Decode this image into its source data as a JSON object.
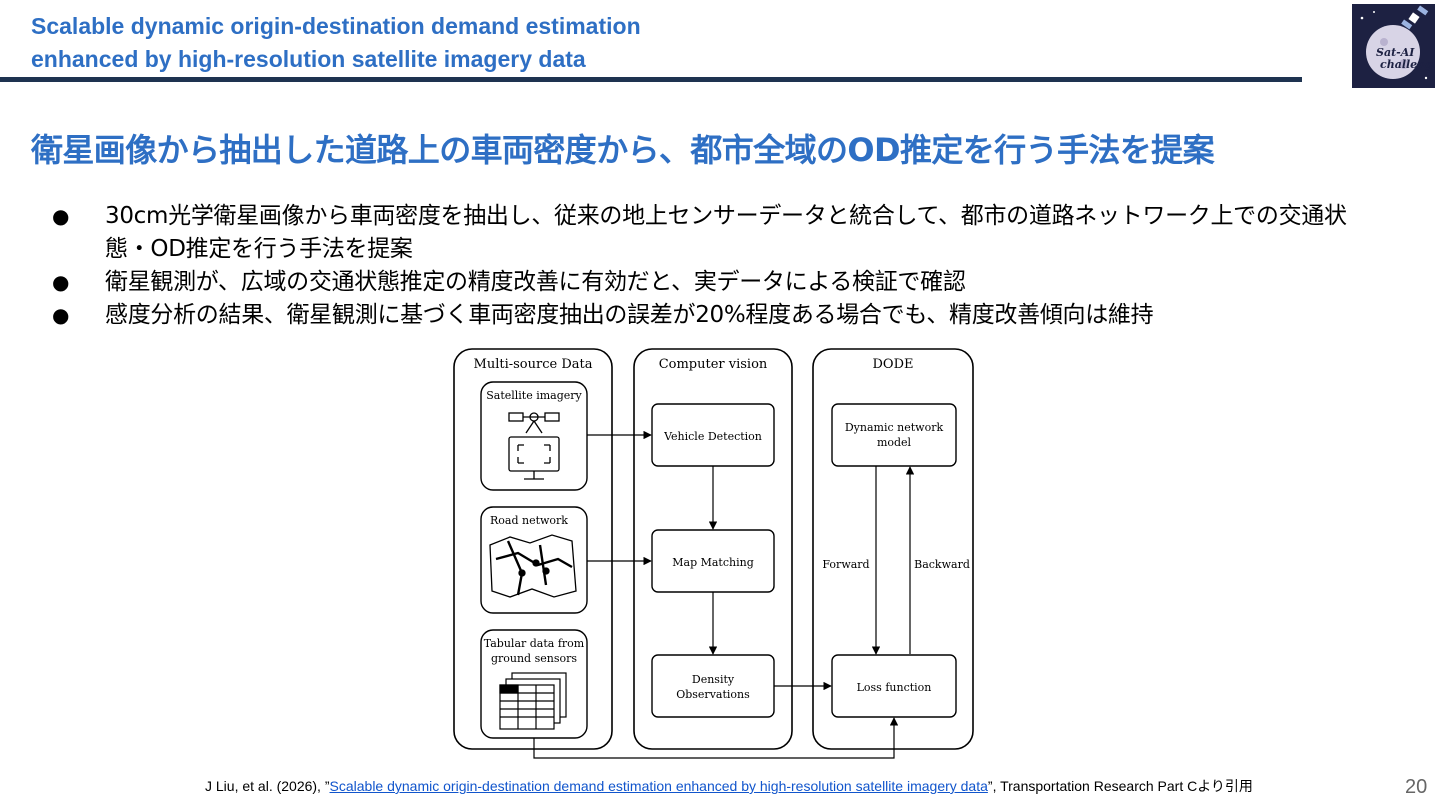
{
  "header": {
    "title_line1": "Scalable dynamic origin-destination demand estimation",
    "title_line2": "enhanced by high-resolution satellite imagery data",
    "logo_text_1": "Sat-AI",
    "logo_text_2": "challenge"
  },
  "headline": "衛星画像から抽出した道路上の車両密度から、都市全域のOD推定を行う手法を提案",
  "bullets": [
    "30cm光学衛星画像から車両密度を抽出し、従来の地上センサーデータと統合して、都市の道路ネットワーク上での交通状態・OD推定を行う手法を提案",
    "衛星観測が、広域の交通状態推定の精度改善に有効だと、実データによる検証で確認",
    "感度分析の結果、衛星観測に基づく車両密度抽出の誤差が20%程度ある場合でも、精度改善傾向は維持"
  ],
  "bullet_symbol": "●",
  "diagram": {
    "col1_title": "Multi-source Data",
    "col2_title": "Computer vision",
    "col3_title": "DODE",
    "satellite": "Satellite imagery",
    "road": "Road network",
    "tabular_1": "Tabular data from",
    "tabular_2": "ground sensors",
    "vehicle_detection": "Vehicle Detection",
    "map_matching": "Map Matching",
    "density_1": "Density",
    "density_2": "Observations",
    "dyn_1": "Dynamic network",
    "dyn_2": "model",
    "loss": "Loss function",
    "forward": "Forward",
    "backward": "Backward"
  },
  "citation": {
    "prefix": "J Liu, et al. (2026), ”",
    "link_text": "Scalable dynamic origin-destination demand estimation enhanced by high-resolution satellite imagery data",
    "suffix": "”, Transportation Research Part Cより引用"
  },
  "page_number": "20",
  "colors": {
    "accent": "#2e6fc4",
    "rule": "#1e3350",
    "link": "#1155cc"
  }
}
